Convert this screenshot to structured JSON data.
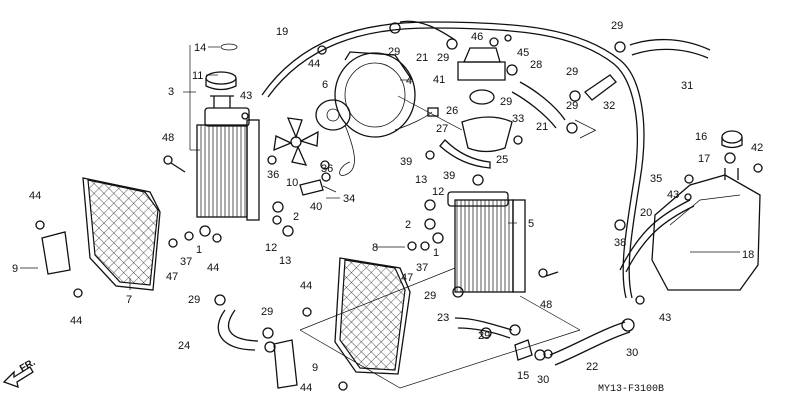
{
  "diagram": {
    "code": "MY13-F3100B",
    "direction_label": "FR.",
    "callouts": [
      "1",
      "2",
      "3",
      "4",
      "5",
      "6",
      "7",
      "8",
      "9",
      "10",
      "11",
      "12",
      "13",
      "14",
      "15",
      "16",
      "17",
      "18",
      "19",
      "20",
      "21",
      "22",
      "23",
      "24",
      "25",
      "26",
      "27",
      "28",
      "29",
      "30",
      "31",
      "32",
      "33",
      "34",
      "35",
      "36",
      "37",
      "38",
      "39",
      "40",
      "41",
      "42",
      "43",
      "44",
      "45",
      "46",
      "47",
      "48"
    ]
  }
}
